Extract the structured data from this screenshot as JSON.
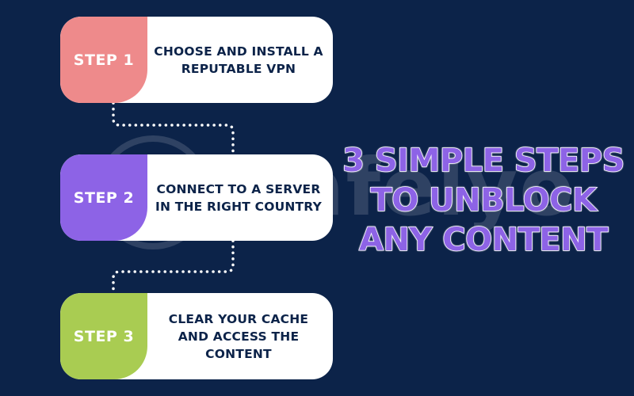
{
  "steps": [
    {
      "label": "STEP 1",
      "text": "CHOOSE AND INSTALL A\nREPUTABLE VPN"
    },
    {
      "label": "STEP 2",
      "text": "CONNECT TO A SERVER\nIN THE RIGHT COUNTRY"
    },
    {
      "label": "STEP 3",
      "text": "CLEAR YOUR CACHE\nAND ACCESS THE\nCONTENT"
    }
  ],
  "headline": {
    "line1": "3 SIMPLE STEPS",
    "line2": "TO UNBLOCK",
    "line3": "ANY CONTENT"
  },
  "watermark": {
    "text": "Safelyo"
  },
  "colors": {
    "background": "#0c2349",
    "step1": "#ee8a8b",
    "step2": "#8d63e6",
    "step3": "#a9cc52",
    "headline": "#8d63e6"
  }
}
